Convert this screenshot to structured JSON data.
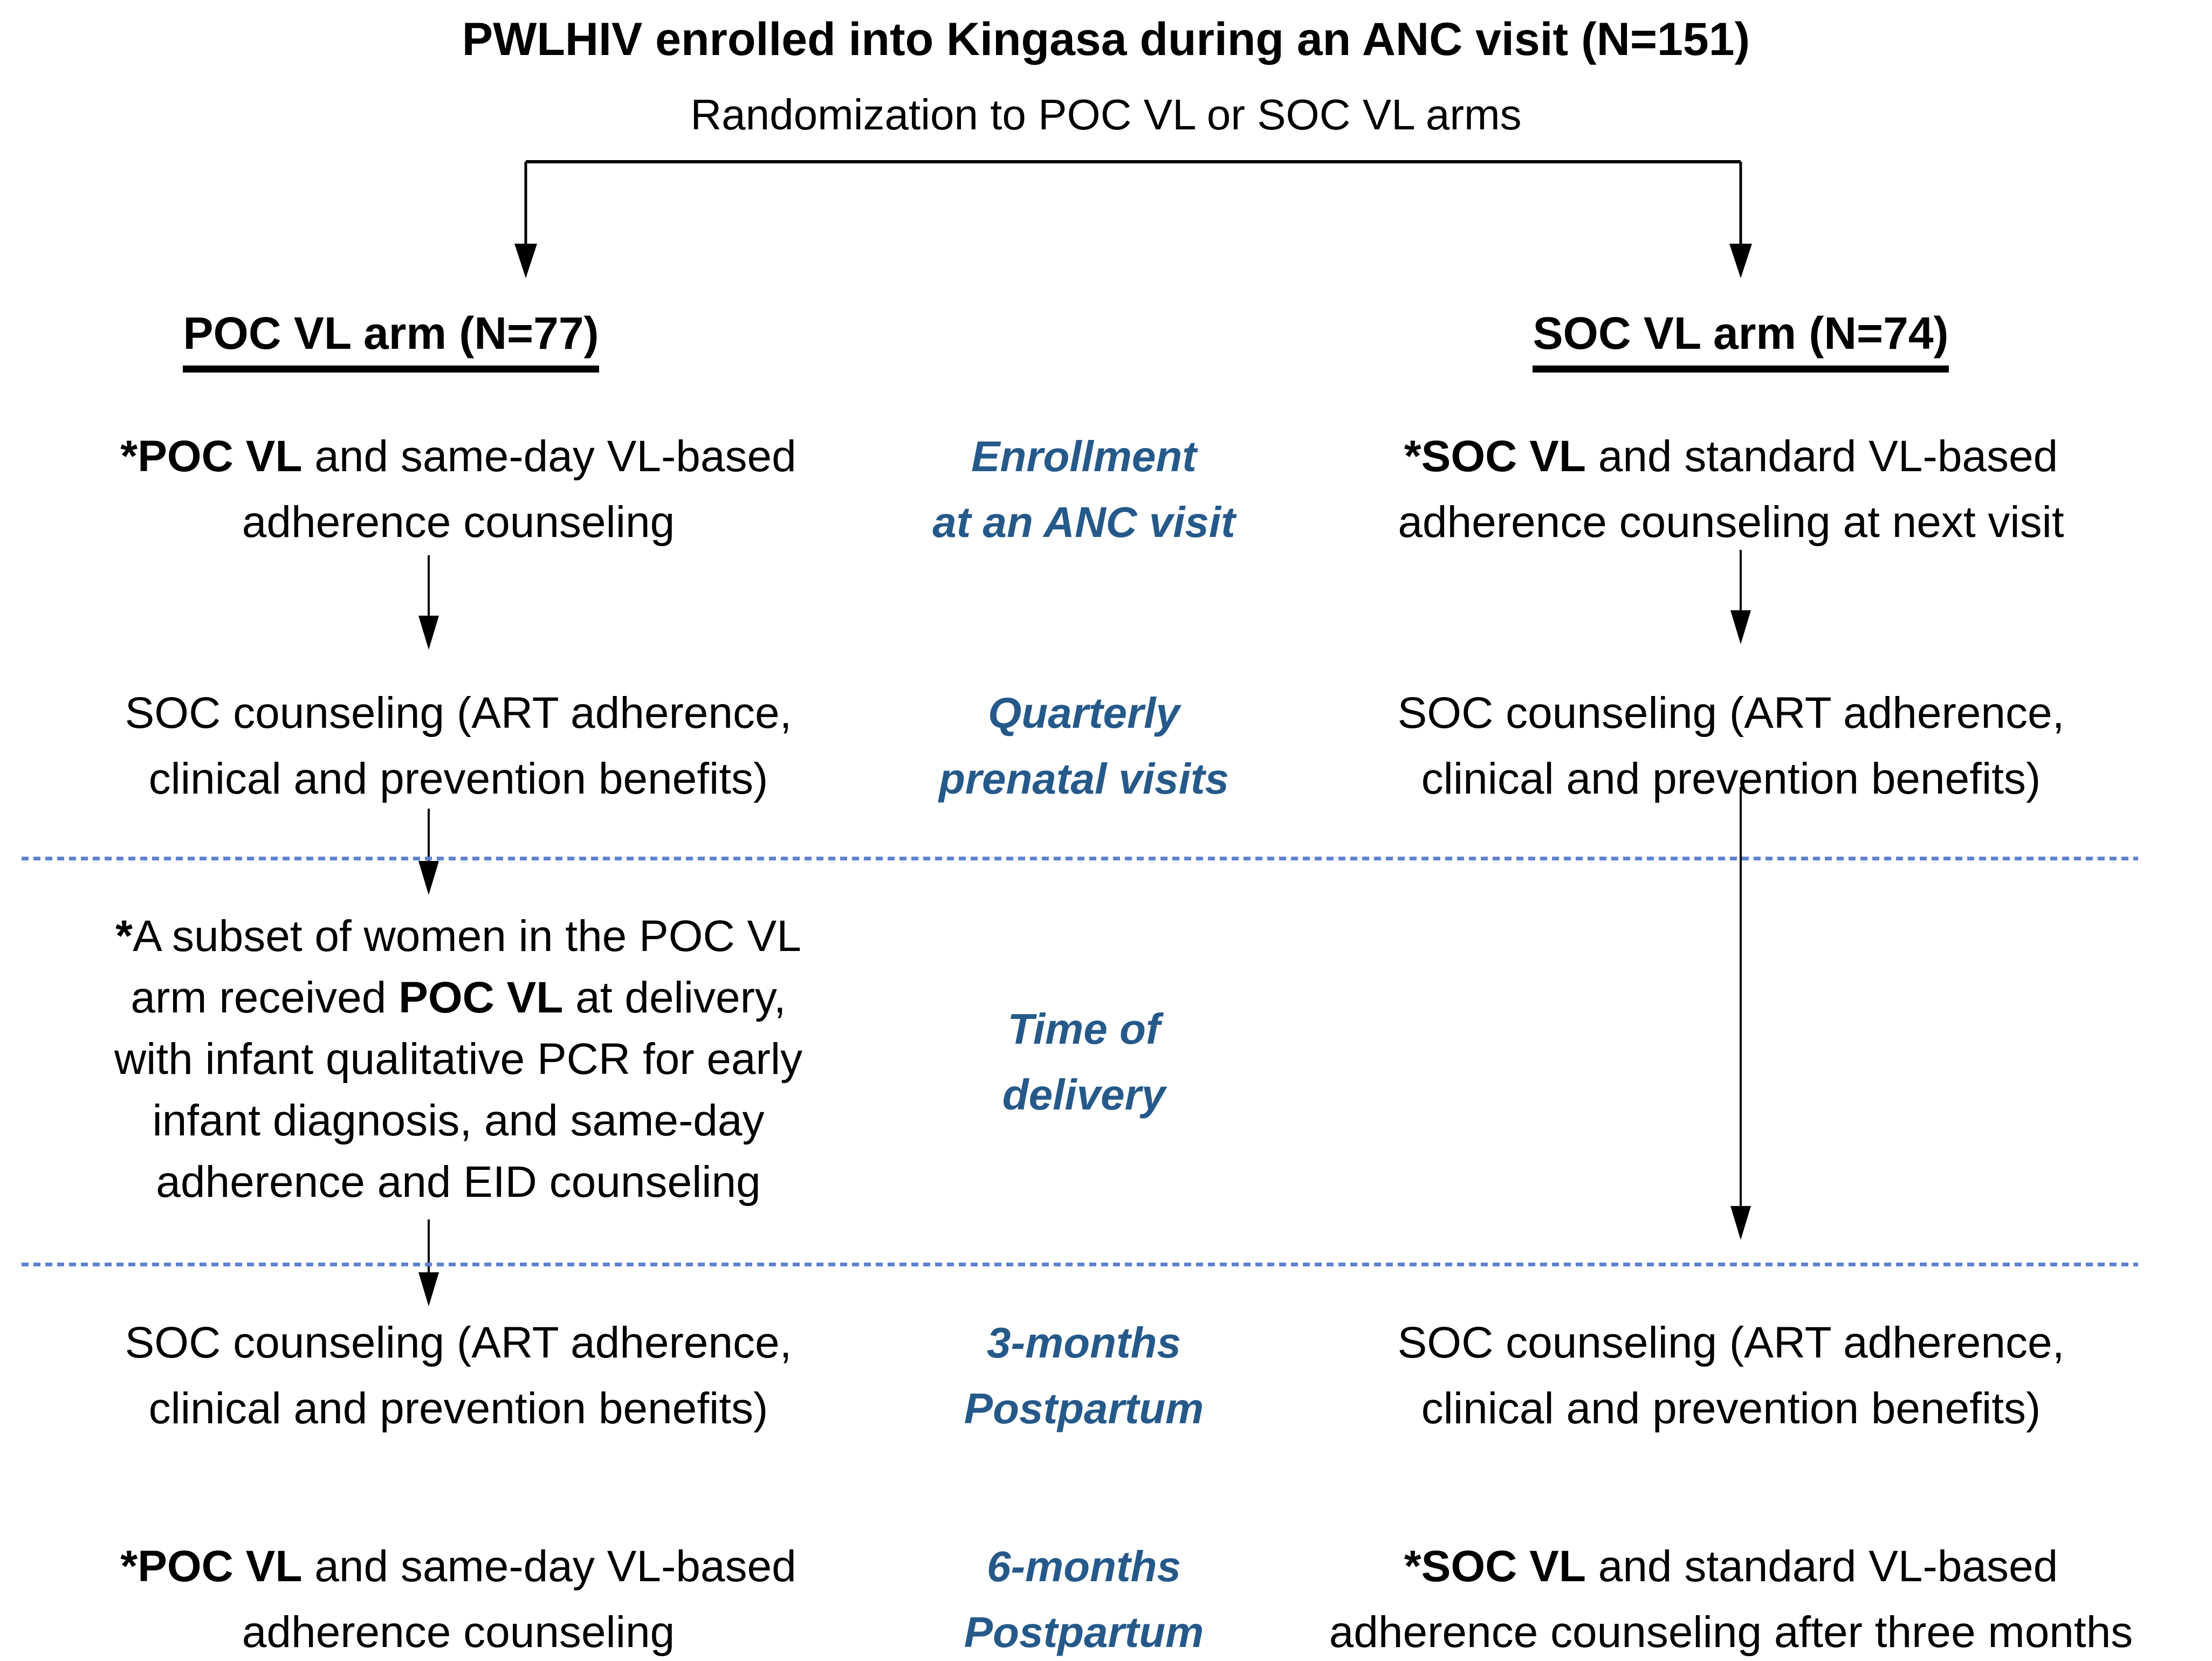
{
  "figure": {
    "title": "PWLHIV enrolled into Kingasa during an ANC visit (N=151)",
    "subtitle": "Randomization to POC VL or SOC VL arms"
  },
  "arms": {
    "poc": {
      "header": "POC VL arm (N=77)"
    },
    "soc": {
      "header": "SOC VL arm (N=74)"
    }
  },
  "timeline_labels": {
    "enrollment": {
      "line1": "Enrollment",
      "line2": "at an ANC visit"
    },
    "quarterly": {
      "line1": "Quarterly",
      "line2": "prenatal visits"
    },
    "delivery": {
      "line1": "Time of",
      "line2": "delivery"
    },
    "postpartum3": {
      "line1": "3-months",
      "line2": "Postpartum"
    },
    "postpartum6": {
      "line1": "6-months",
      "line2": "Postpartum"
    }
  },
  "poc_arm": {
    "enrollment": {
      "bold": "*POC VL",
      "rest": " and same-day VL-based",
      "line2": "adherence counseling"
    },
    "quarterly": {
      "line1": "SOC counseling (ART adherence,",
      "line2": "clinical and prevention benefits)"
    },
    "delivery": {
      "line1_bold": "*",
      "line1_rest": "A subset of women in the POC VL",
      "line2_pre": "arm received ",
      "line2_bold": "POC VL",
      "line2_post": " at delivery,",
      "line3": "with infant qualitative PCR for early",
      "line4": "infant diagnosis, and same-day",
      "line5": "adherence and EID counseling"
    },
    "postpartum3": {
      "line1": "SOC counseling (ART adherence,",
      "line2": "clinical and prevention benefits)"
    },
    "postpartum6": {
      "bold": "*POC VL",
      "rest": " and same-day VL-based",
      "line2": "adherence counseling"
    }
  },
  "soc_arm": {
    "enrollment": {
      "bold": "*SOC VL",
      "rest": " and standard VL-based",
      "line2": "adherence counseling at next visit"
    },
    "quarterly": {
      "line1": "SOC counseling (ART adherence,",
      "line2": "clinical and prevention benefits)"
    },
    "postpartum3": {
      "line1": "SOC counseling (ART adherence,",
      "line2": "clinical and prevention benefits)"
    },
    "postpartum6": {
      "bold": "*SOC VL",
      "rest": " and standard VL-based",
      "line2": "adherence counseling after three months"
    }
  },
  "colors": {
    "timeline_label": "#25598A",
    "dashed_divider": "#5E82D2",
    "text": "#000000",
    "arrow": "#000000"
  }
}
